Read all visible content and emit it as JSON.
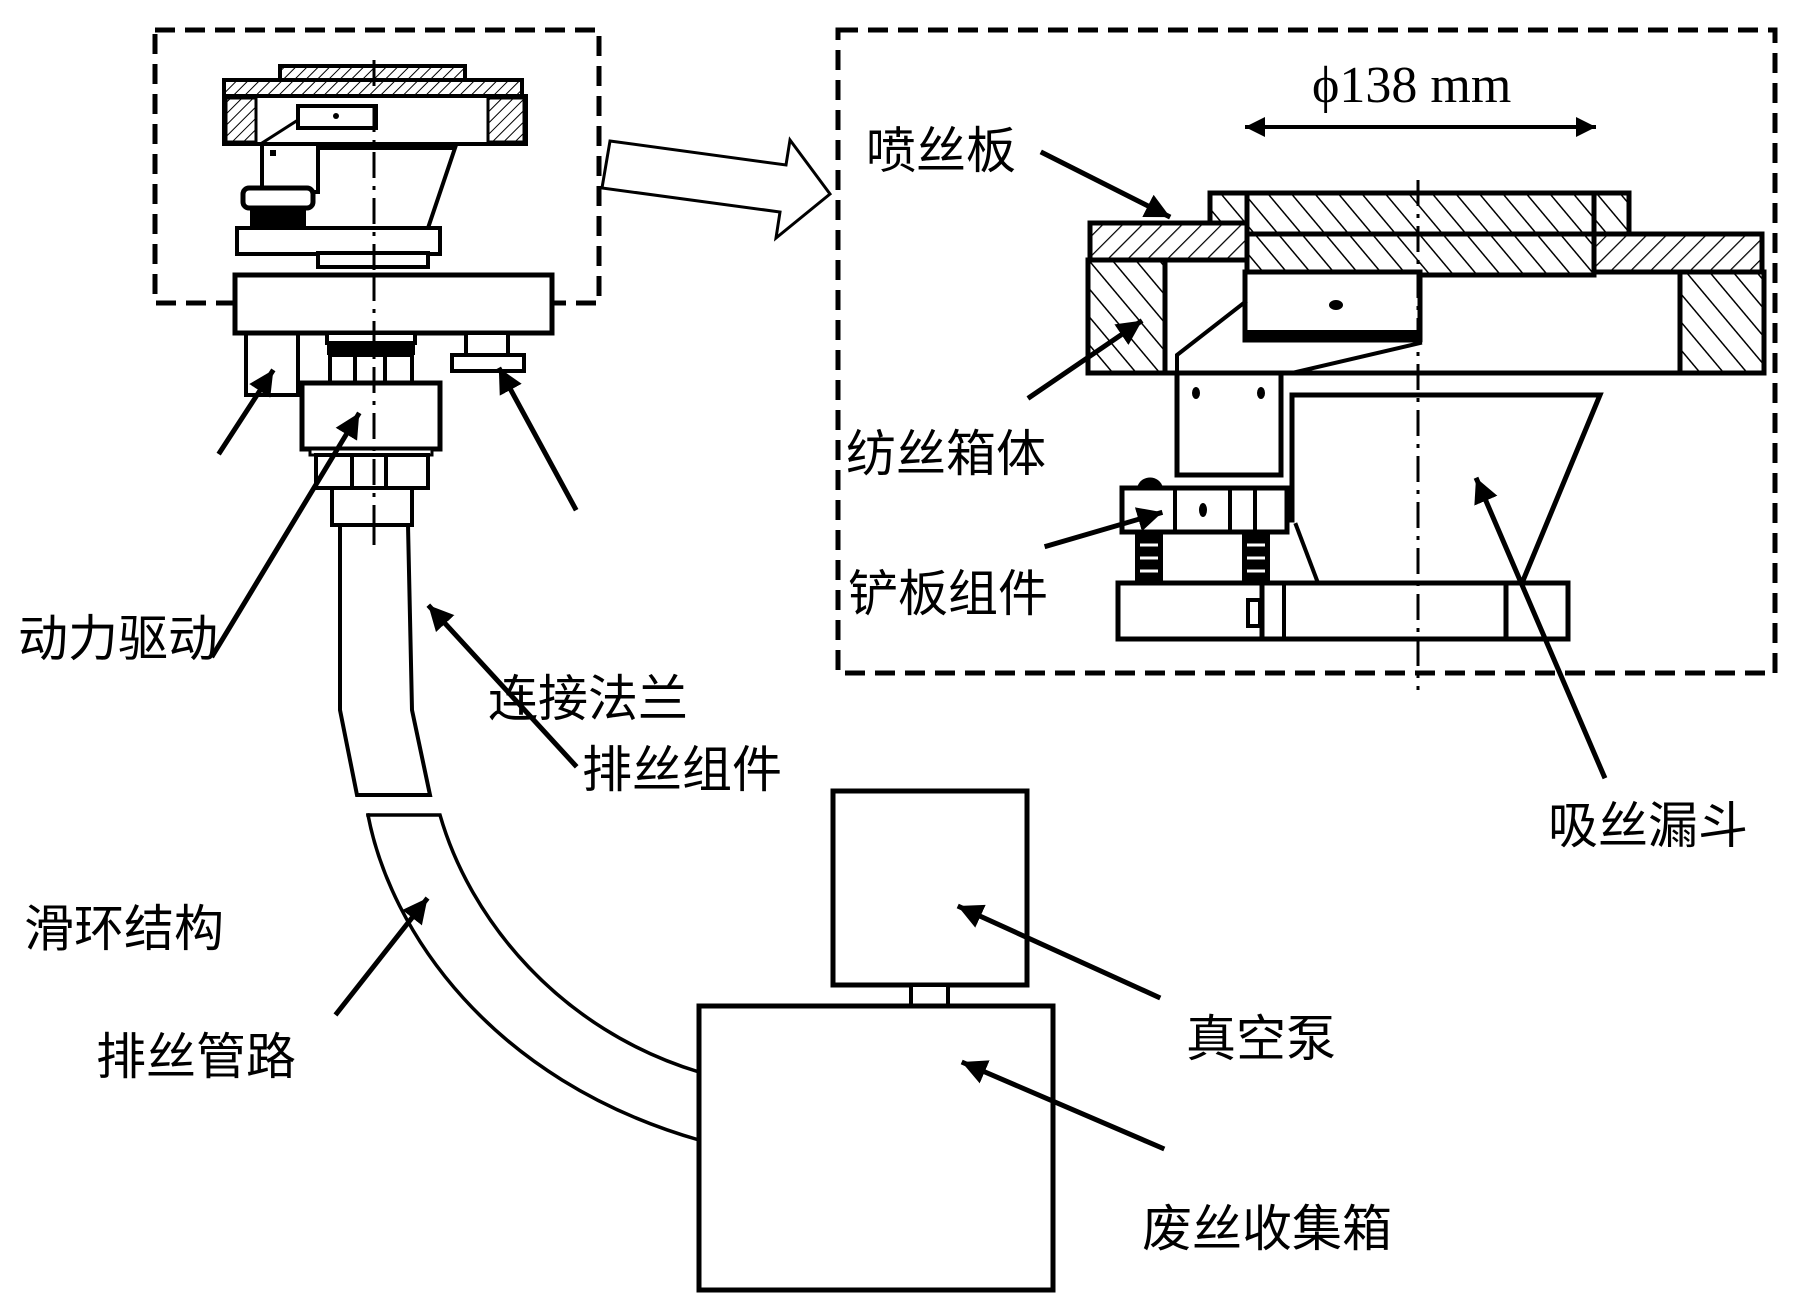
{
  "figure": {
    "description": "Schematic of a rotating spinneret waste-filament suction system with an enlarged detail view",
    "colors": {
      "stroke": "#000000",
      "background": "#ffffff"
    }
  },
  "detail_view": {
    "dimension_label": "ϕ138 mm",
    "labels": {
      "spinneret_plate": "喷丝板",
      "spinning_box": "纺丝箱体",
      "shovel_assembly": "铲板组件",
      "suction_funnel": "吸丝漏斗"
    }
  },
  "overview": {
    "labels": {
      "power_drive": "动力驱动",
      "slip_ring": "滑环结构",
      "connecting_flange": "连接法兰",
      "discharge_assembly": "排丝组件",
      "discharge_pipe": "排丝管路",
      "vacuum_pump": "真空泵",
      "waste_box": "废丝收集箱"
    }
  },
  "icons": {
    "callout_arrow": "arrow-icon",
    "enlarge_arrow": "hollow-arrow-icon"
  }
}
